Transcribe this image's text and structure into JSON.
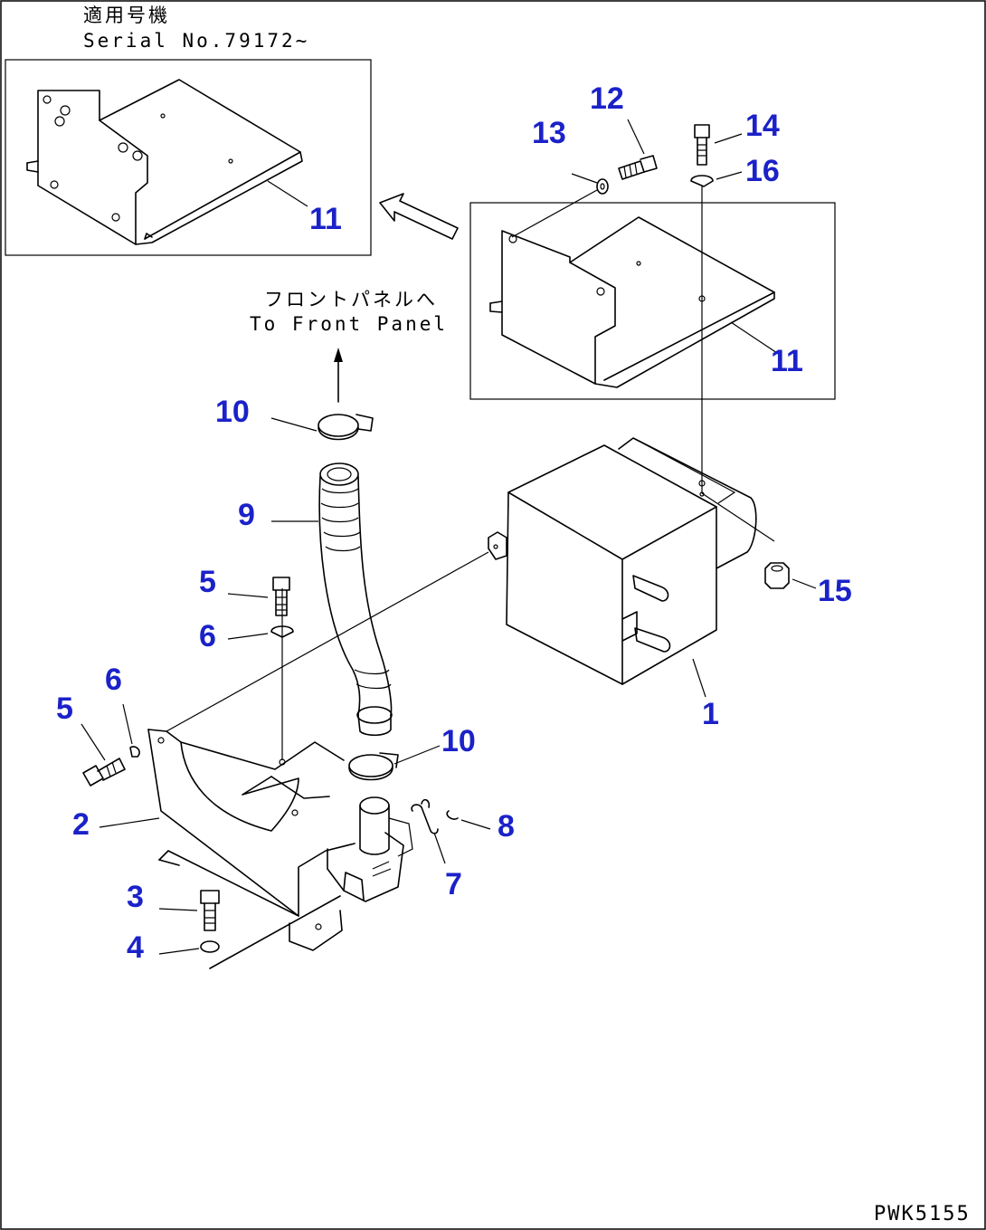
{
  "header_note": {
    "applicable_serial_jp": "適用号機",
    "serial_no": "Serial No.79172~"
  },
  "destination_note": {
    "jp": "フロントパネルへ",
    "en": "To Front Panel"
  },
  "drawing_code": "PWK5155",
  "callouts": {
    "c1": "1",
    "c2": "2",
    "c3": "3",
    "c4": "4",
    "c5a": "5",
    "c5b": "5",
    "c6a": "6",
    "c6b": "6",
    "c7": "7",
    "c8": "8",
    "c9": "9",
    "c10a": "10",
    "c10b": "10",
    "c11a": "11",
    "c11b": "11",
    "c12": "12",
    "c13": "13",
    "c14": "14",
    "c15": "15",
    "c16": "16"
  },
  "colors": {
    "callout": "#1b22c8",
    "line": "#000000",
    "background": "#ffffff"
  }
}
